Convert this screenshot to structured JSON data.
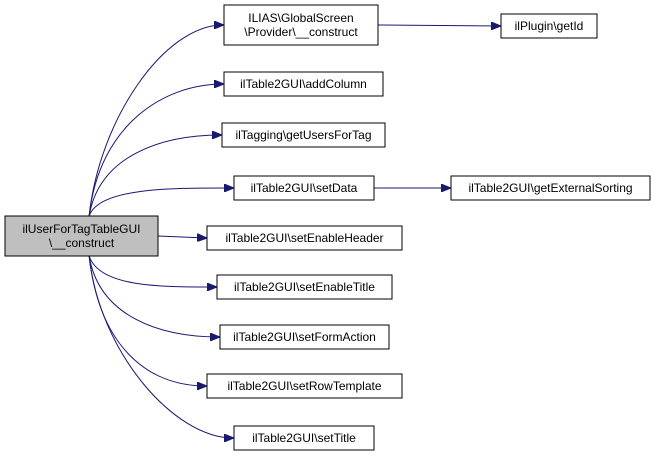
{
  "colors": {
    "edge": "#191970",
    "node_border": "#000000",
    "node_fill": "#ffffff",
    "root_fill": "#bfbfbf"
  },
  "nodes": [
    {
      "id": "root",
      "lines": [
        "ilUserForTagTableGUI",
        "\\__construct"
      ],
      "root": true
    },
    {
      "id": "n_gs",
      "lines": [
        "ILIAS\\GlobalScreen",
        "\\Provider\\__construct"
      ]
    },
    {
      "id": "n_plugin",
      "lines": [
        "ilPlugin\\getId"
      ]
    },
    {
      "id": "n_addcol",
      "lines": [
        "ilTable2GUI\\addColumn"
      ]
    },
    {
      "id": "n_tagging",
      "lines": [
        "ilTagging\\getUsersForTag"
      ]
    },
    {
      "id": "n_setdata",
      "lines": [
        "ilTable2GUI\\setData"
      ]
    },
    {
      "id": "n_extsort",
      "lines": [
        "ilTable2GUI\\getExternalSorting"
      ]
    },
    {
      "id": "n_header",
      "lines": [
        "ilTable2GUI\\setEnableHeader"
      ]
    },
    {
      "id": "n_title_en",
      "lines": [
        "ilTable2GUI\\setEnableTitle"
      ]
    },
    {
      "id": "n_formaction",
      "lines": [
        "ilTable2GUI\\setFormAction"
      ]
    },
    {
      "id": "n_rowtpl",
      "lines": [
        "ilTable2GUI\\setRowTemplate"
      ]
    },
    {
      "id": "n_settitle",
      "lines": [
        "ilTable2GUI\\setTitle"
      ]
    }
  ],
  "edges": [
    {
      "from": "root",
      "to": "n_gs"
    },
    {
      "from": "n_gs",
      "to": "n_plugin"
    },
    {
      "from": "root",
      "to": "n_addcol"
    },
    {
      "from": "root",
      "to": "n_tagging"
    },
    {
      "from": "root",
      "to": "n_setdata"
    },
    {
      "from": "n_setdata",
      "to": "n_extsort"
    },
    {
      "from": "root",
      "to": "n_header"
    },
    {
      "from": "root",
      "to": "n_title_en"
    },
    {
      "from": "root",
      "to": "n_formaction"
    },
    {
      "from": "root",
      "to": "n_rowtpl"
    },
    {
      "from": "root",
      "to": "n_settitle"
    }
  ]
}
